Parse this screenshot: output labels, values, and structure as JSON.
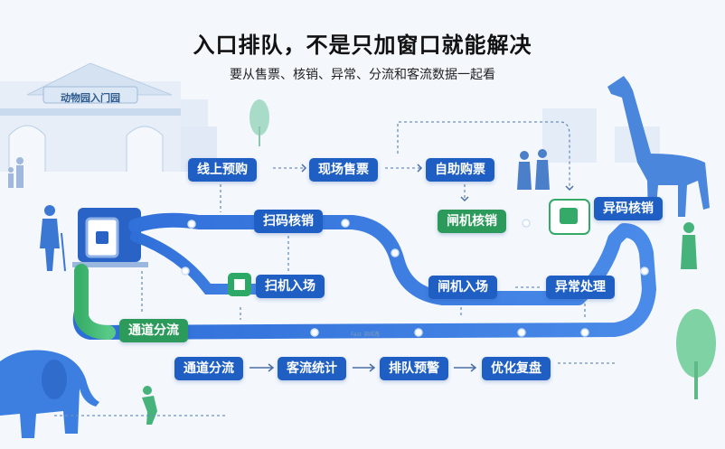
{
  "title": "入口排队，不是只加窗口就能解决",
  "subtitle": "要从售票、核销、异常、分流和客流数据一起看",
  "gate_sign": "动物园入门园",
  "track_text": "Fast 调线路",
  "nodes": {
    "online_booking": "线上预购",
    "onsite_ticket": "现场售票",
    "self_ticket": "自助购票",
    "scan_verify": "扫码核销",
    "gate_verify": "闸机核销",
    "abnormal_verify": "异码核销",
    "scan_enter": "扫机入场",
    "gate_enter": "闸机入场",
    "exception": "异常处理",
    "channel_divert_left": "通道分流",
    "channel_divert": "通道分流",
    "flow_stats": "客流统计",
    "queue_alert": "排队预警",
    "optimize_review": "优化复盘"
  },
  "colors": {
    "blue": "#1f5fc4",
    "green": "#2b9a5a",
    "track_blue": "#3b78dc",
    "track_green": "#3fb56f"
  }
}
